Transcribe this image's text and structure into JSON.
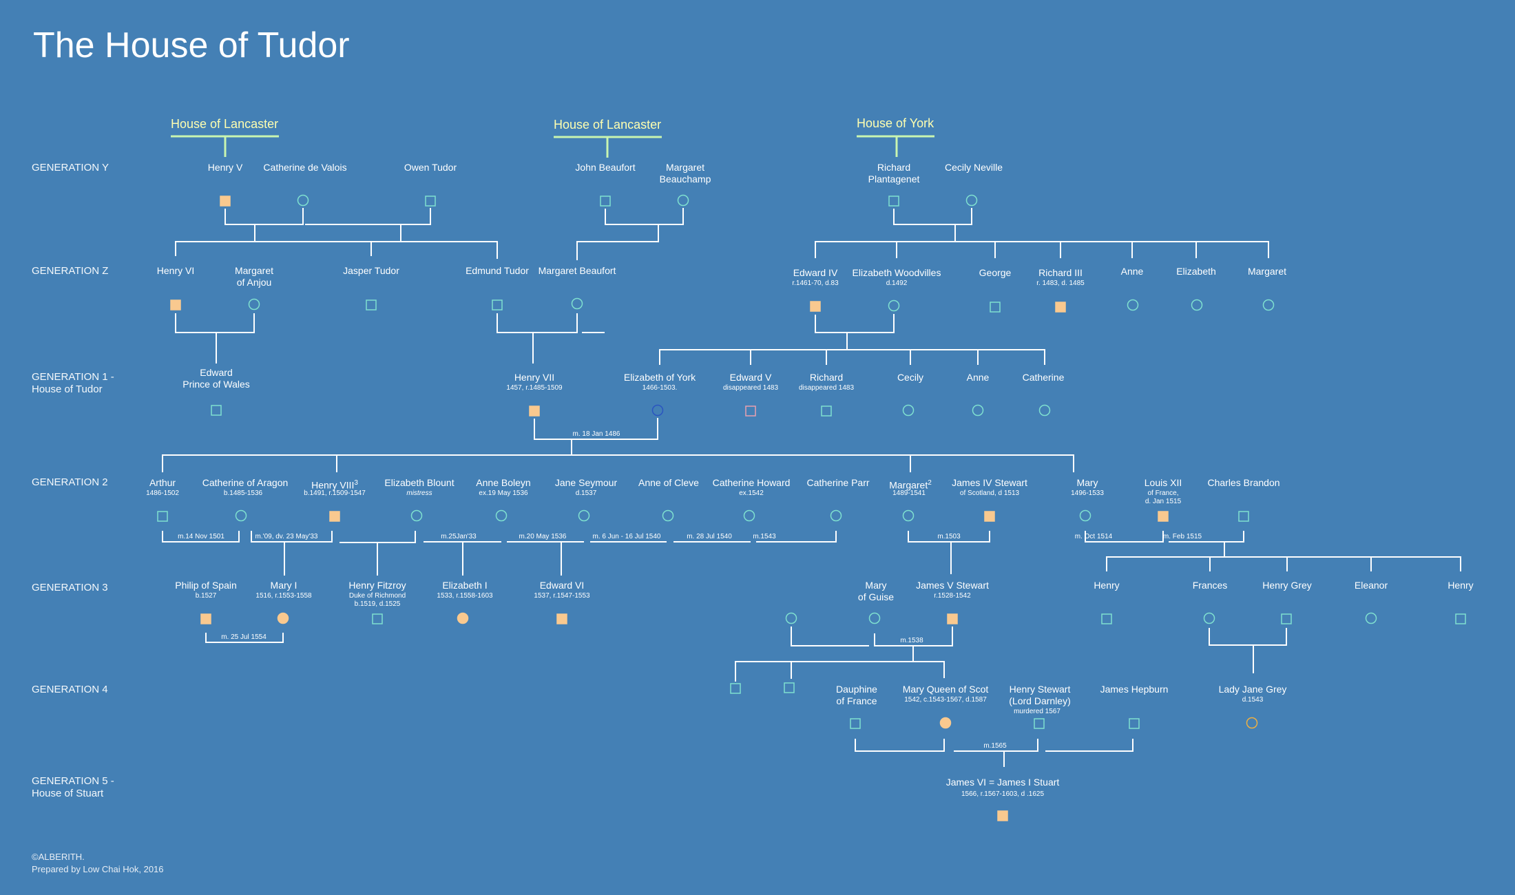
{
  "title": "The House of Tudor",
  "houses": [
    "House of Lancaster",
    "House of Lancaster",
    "House of York"
  ],
  "generations": {
    "y": "GENERATION Y",
    "z": "GENERATION Z",
    "g1": [
      "GENERATION 1 -",
      "House of Tudor"
    ],
    "g2": "GENERATION 2",
    "g3": "GENERATION 3",
    "g4": "GENERATION 4",
    "g5": [
      "GENERATION 5 -",
      "House of Stuart"
    ]
  },
  "colors": {
    "background": "#4480b5",
    "line": "#ffffff",
    "house_line": "#c9f5b0",
    "house_text": "#ffffb0",
    "monarch_fill": "#f9c98f",
    "outline": "#7fe0d0",
    "dark_blue_outline": "#2a55c0",
    "pink_outline": "#e9a0b0",
    "orange_outline": "#f0b040"
  },
  "people": {
    "henry_v": "Henry V",
    "catherine_valois": "Catherine de Valois",
    "owen_tudor": "Owen Tudor",
    "john_beaufort": "John Beaufort",
    "margaret_beauchamp": [
      "Margaret",
      "Beauchamp"
    ],
    "richard_plantagenet": [
      "Richard",
      "Plantagenet"
    ],
    "cecily_neville": "Cecily Neville",
    "henry_vi": "Henry VI",
    "margaret_anjou": [
      "Margaret",
      "of Anjou"
    ],
    "jasper_tudor": "Jasper Tudor",
    "edmund_tudor": "Edmund Tudor",
    "margaret_beaufort": "Margaret Beaufort",
    "edward_iv": "Edward IV",
    "edward_iv_sub": "r.1461-70, d.83",
    "elizabeth_woodvilles": "Elizabeth Woodvilles",
    "elizabeth_woodvilles_sub": "d.1492",
    "george": "George",
    "richard_iii": "Richard III",
    "richard_iii_sub": "r. 1483, d. 1485",
    "anne_z": "Anne",
    "elizabeth_z": "Elizabeth",
    "margaret_z": "Margaret",
    "edward_wales": [
      "Edward",
      "Prince of Wales"
    ],
    "henry_vii": "Henry VII",
    "henry_vii_sub": "1457, r.1485-1509",
    "elizabeth_york": "Elizabeth of York",
    "elizabeth_york_sub": "1466-1503.",
    "edward_v": "Edward V",
    "edward_v_sub": "disappeared 1483",
    "richard_1": "Richard",
    "richard_1_sub": "disappeared 1483",
    "cecily_1": "Cecily",
    "anne_1": "Anne",
    "catherine_1": "Catherine",
    "arthur": "Arthur",
    "arthur_sub": "1486-1502",
    "catherine_aragon": "Catherine of Aragon",
    "catherine_aragon_sub": "b.1485-1536",
    "henry_viii": "Henry VIII",
    "henry_viii_sup": "3",
    "henry_viii_sub": "b.1491, r.1509-1547",
    "elizabeth_blount": "Elizabeth Blount",
    "elizabeth_blount_sub": "mistress",
    "anne_boleyn": "Anne Boleyn",
    "anne_boleyn_sub": "ex.19 May 1536",
    "jane_seymour": "Jane Seymour",
    "jane_seymour_sub": "d.1537",
    "anne_cleve": "Anne of Cleve",
    "catherine_howard": "Catherine Howard",
    "catherine_howard_sub": "ex.1542",
    "catherine_parr": "Catherine Parr",
    "margaret_2": "Margaret",
    "margaret_2_sup": "2",
    "margaret_2_sub": "1489-1541",
    "james_iv": "James IV Stewart",
    "james_iv_sub": "of Scotland, d 1513",
    "mary_2": "Mary",
    "mary_2_sub": "1496-1533",
    "louis_xii": "Louis XII",
    "louis_xii_sub": [
      "of France,",
      "d. Jan 1515"
    ],
    "charles_brandon": "Charles Brandon",
    "philip_spain": "Philip of Spain",
    "philip_spain_sub": "b.1527",
    "mary_i": "Mary I",
    "mary_i_sub": "1516, r.1553-1558",
    "henry_fitzroy": "Henry Fitzroy",
    "henry_fitzroy_sub": [
      "Duke of Richmond",
      "b.1519, d.1525"
    ],
    "elizabeth_i": "Elizabeth I",
    "elizabeth_i_sub": "1533, r.1558-1603",
    "edward_vi": "Edward VI",
    "edward_vi_sub": "1537, r.1547-1553",
    "mary_guise": [
      "Mary",
      "of Guise"
    ],
    "james_v": "James V Stewart",
    "james_v_sub": "r.1528-1542",
    "henry_3a": "Henry",
    "frances": "Frances",
    "henry_grey": "Henry Grey",
    "eleanor": "Eleanor",
    "henry_3b": "Henry",
    "dauphine": [
      "Dauphine",
      "of France"
    ],
    "mary_qos": "Mary Queen of Scot",
    "mary_qos_sub": "1542, c.1543-1567, d.1587",
    "henry_stewart": [
      "Henry Stewart",
      "(Lord Darnley)"
    ],
    "henry_stewart_sub": "murdered 1567",
    "james_hepburn": "James Hepburn",
    "lady_jane": "Lady Jane Grey",
    "lady_jane_sub": "d.1543",
    "james_vi": "James VI = James I Stuart",
    "james_vi_sub": "1566, r.1567-1603, d .1625"
  },
  "marriages": {
    "m_1486": "m. 18 Jan 1486",
    "m_1501": "m.14 Nov 1501",
    "m_1509": "m.'09, dv. 23 May'33",
    "m_1533": "m.25Jan'33",
    "m_1536": "m.20 May 1536",
    "m_1540a": "m. 6 Jun - 16 Jul 1540",
    "m_1540b": "m. 28 Jul 1540",
    "m_1543": "m.1543",
    "m_1503": "m.1503",
    "m_1514": "m. Oct 1514",
    "m_1515": "m. Feb 1515",
    "m_1554": "m. 25 Jul 1554",
    "m_1538": "m.1538",
    "m_1565": "m.1565"
  },
  "footer": [
    "©ALBERITH.",
    "Prepared by Low Chai Hok, 2016"
  ]
}
